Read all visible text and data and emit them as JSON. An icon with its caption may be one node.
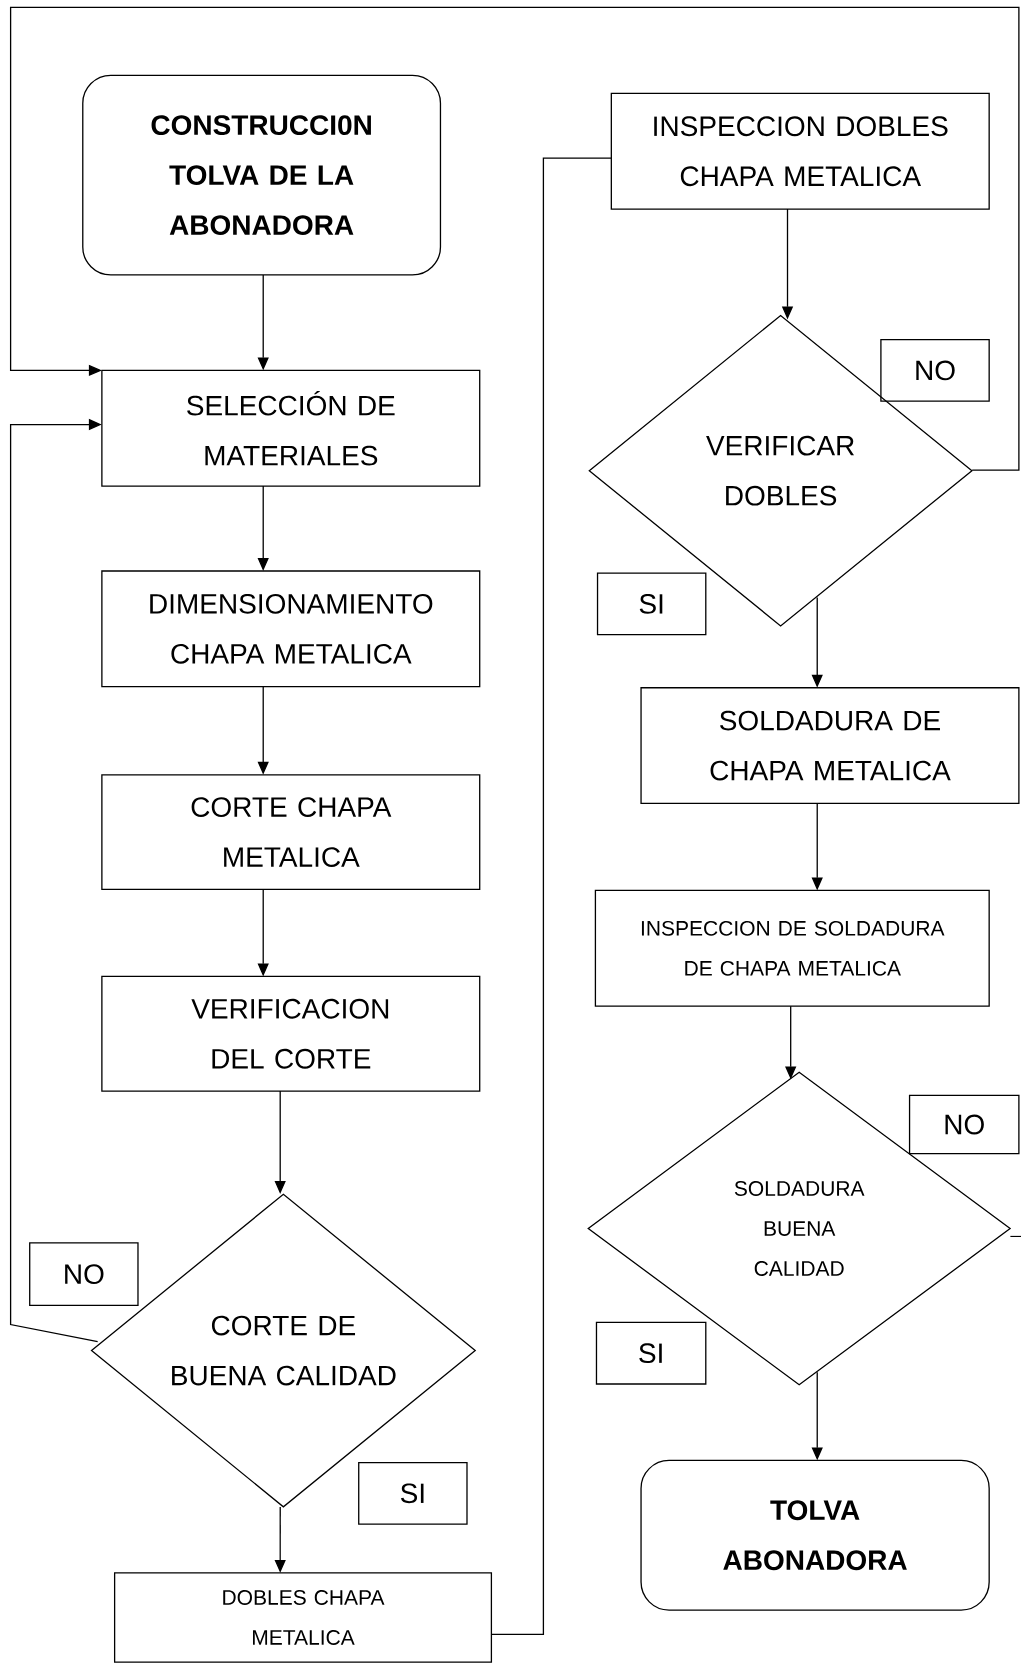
{
  "diagram": {
    "nodes": [
      {
        "text": [
          "CONSTRUCCI0N TOLVA DE LA ABONADORA"
        ]
      },
      {
        "text": [
          "SELECCIÓN DE MATERIALES"
        ]
      },
      {
        "text": [
          "DIMENSIONAMIENTO CHAPA METALICA"
        ]
      },
      {
        "text": [
          "CORTE CHAPA METALICA"
        ]
      },
      {
        "text": [
          "VERIFICACION DEL CORTE"
        ]
      },
      {
        "text": [
          "CORTE DE BUENA CALIDAD"
        ]
      },
      {
        "text": [
          "NO"
        ]
      },
      {
        "text": [
          "SI"
        ]
      },
      {
        "text": [
          "DOBLES CHAPA METALICA"
        ]
      },
      {
        "text": [
          "INSPECCION DOBLES CHAPA METALICA"
        ]
      },
      {
        "text": [
          "VERIFICAR DOBLES"
        ]
      },
      {
        "text": [
          "NO"
        ]
      },
      {
        "text": [
          "SI"
        ]
      },
      {
        "text": [
          "SOLDADURA DE CHAPA METALICA"
        ]
      },
      {
        "text": [
          "INSPECCION DE SOLDADURA DE CHAPA METALICA"
        ]
      },
      {
        "text": [
          "SOLDADURA BUENA CALIDAD"
        ]
      },
      {
        "text": [
          "NO"
        ]
      },
      {
        "text": [
          "SI"
        ]
      },
      {
        "text": [
          "TOLVA ABONADORA"
        ]
      }
    ],
    "edges": [
      {
        "from": 0,
        "to": 1,
        "arrow": "to"
      },
      {
        "from": 1,
        "to": 2,
        "arrow": "to"
      },
      {
        "from": 2,
        "to": 3,
        "arrow": "to"
      },
      {
        "from": 3,
        "to": 4,
        "arrow": "to"
      },
      {
        "from": 4,
        "to": 5,
        "arrow": "to"
      },
      {
        "from": 5,
        "to": 1,
        "arrow": "to"
      },
      {
        "from": 5,
        "to": 8,
        "arrow": "to"
      },
      {
        "from": 8,
        "to": 9,
        "arrow": "none"
      },
      {
        "from": 9,
        "to": 10,
        "arrow": "to"
      },
      {
        "from": 10,
        "to": 1,
        "arrow": "to"
      },
      {
        "from": 10,
        "to": 13,
        "arrow": "to"
      },
      {
        "from": 13,
        "to": 14,
        "arrow": "to"
      },
      {
        "from": 14,
        "to": 15,
        "arrow": "to"
      },
      {
        "from": 15,
        "to": null,
        "arrow": "none"
      },
      {
        "from": 15,
        "to": 18,
        "arrow": "to"
      }
    ]
  }
}
